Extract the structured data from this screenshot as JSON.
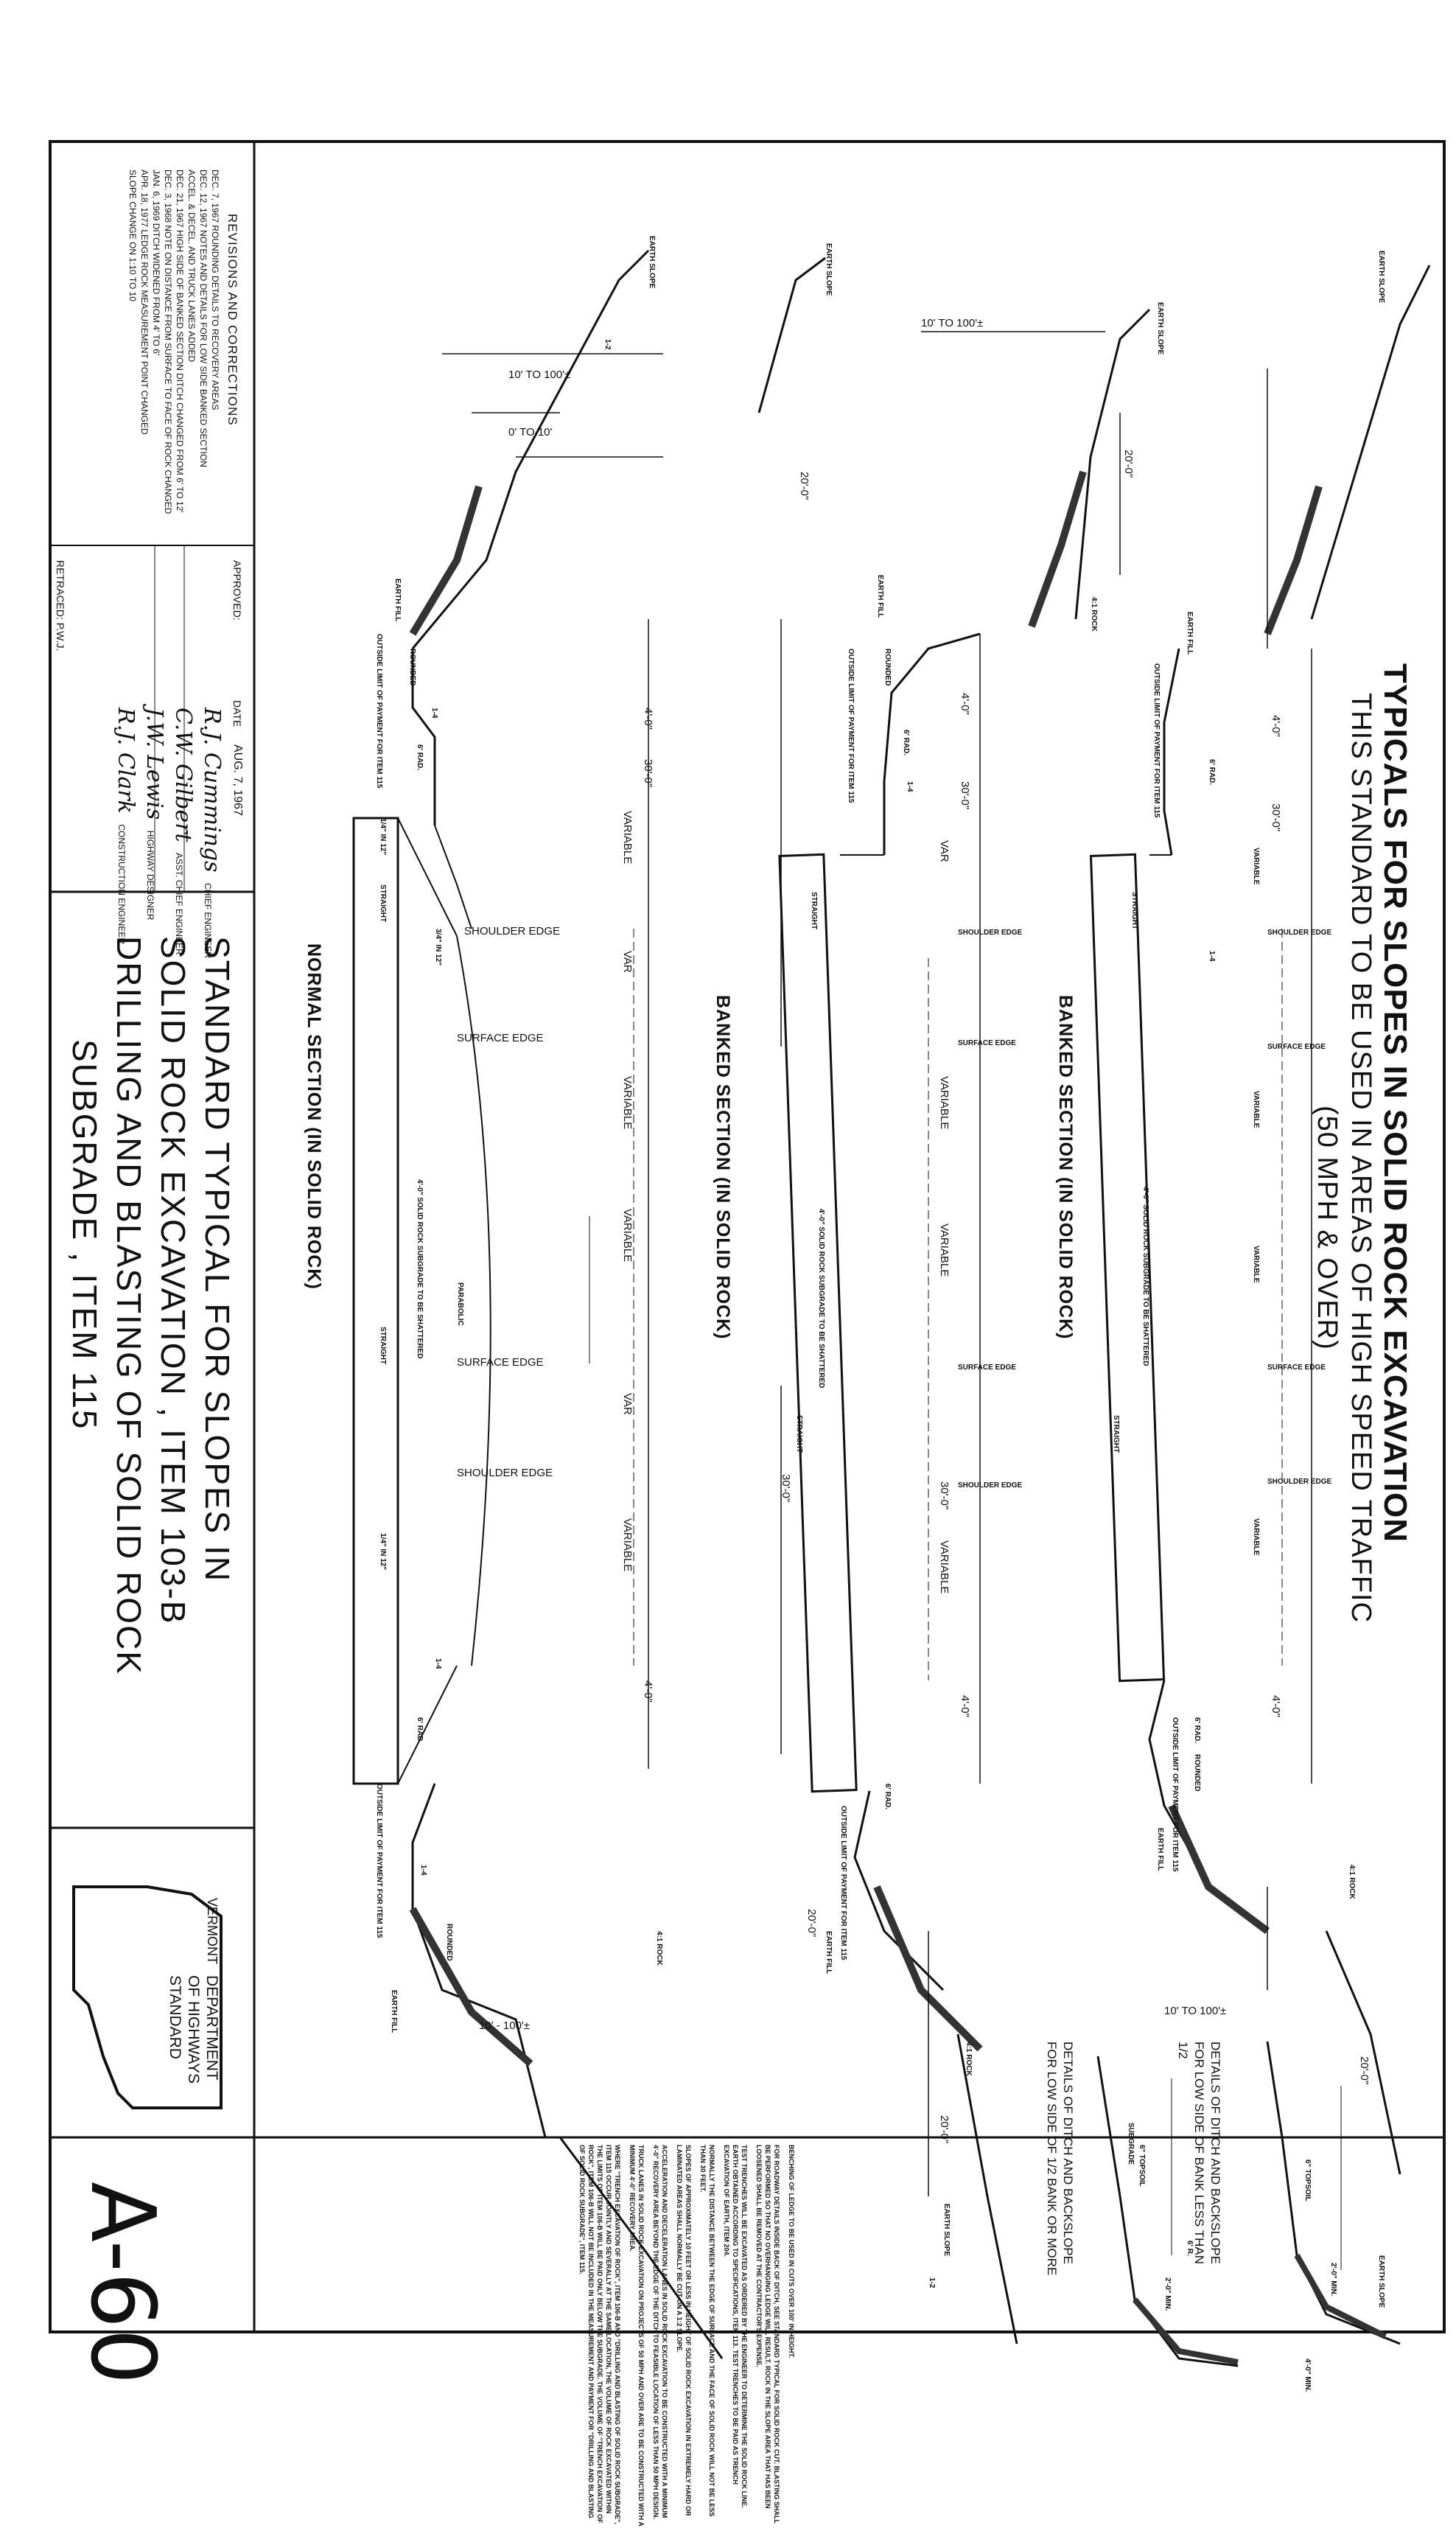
{
  "drawing": {
    "title": "TYPICALS FOR SLOPES IN SOLID ROCK EXCAVATION",
    "subtitle_line1": "THIS STANDARD TO BE USED IN AREAS OF HIGH SPEED TRAFFIC",
    "subtitle_line2": "(50 MPH & OVER)",
    "sections": {
      "normal": "NORMAL SECTION    (IN SOLID ROCK)",
      "banked_1": "BANKED SECTION    (IN SOLID ROCK)",
      "banked_2": "BANKED SECTION    (IN SOLID ROCK)"
    },
    "labels": {
      "shoulder_edge": "SHOULDER EDGE",
      "surface_edge": "SURFACE EDGE",
      "variable": "VARIABLE",
      "var": "VAR",
      "dim_30": "30'-0\"",
      "dim_4": "4'-0\"",
      "dim_20": "20'-0\"",
      "dim_10_100": "10' TO 100'±",
      "dim_10_100_b": "10' - 100'±",
      "dim_0_10": "0' TO 10'",
      "rad_6": "6' RAD.",
      "rounded": "ROUNDED",
      "earth_fill": "EARTH FILL",
      "earth_slope": "EARTH SLOPE",
      "rock_4_1": "4:1 ROCK",
      "slope_1_4": "1-4",
      "slope_1_2": "1-2",
      "outside_limit": "OUTSIDE LIMIT OF PAYMENT FOR ITEM 115",
      "straight": "STRAIGHT",
      "parabolic": "PARABOLIC",
      "subgrade_shatter": "4'-0\" SOLID ROCK SUBGRADE TO BE SHATTERED",
      "quarter_in_12": "1/4\" IN 12\"",
      "three_quarter_in_12": "3/4\" IN 12\""
    },
    "details": {
      "caption_high": "DETAILS OF DITCH AND BACKSLOPE FOR LOW SIDE OF BANK LESS THAN 1/2",
      "caption_low": "DETAILS OF DITCH AND BACKSLOPE FOR LOW SIDE OF 1/2 BANK OR MORE",
      "topsoil": "6\" TOPSOIL",
      "min_2": "2'-0\" MIN.",
      "min_4": "4'-0\" MIN.",
      "rad_6": "6' R.",
      "subgrade": "SUBGRADE"
    },
    "notes": [
      "BENCHING OF LEDGE TO BE USED IN CUTS OVER 100' IN HEIGHT.",
      "FOR ROADWAY DETAILS INSIDE BACK OF DITCH, SEE STANDARD TYPICAL FOR SOLID ROCK CUT. BLASTING SHALL BE PERFORMED SO THAT NO OVERHANGING LEDGE WILL RESULT. ROCK IN THE SLOPE AREA THAT HAS BEEN LOOSENED SHALL BE REMOVED AT THE CONTRACTOR'S EXPENSE.",
      "TEST TRENCHES WILL BE EXCAVATED AS ORDERED BY THE ENGINEER TO DETERMINE THE SOLID ROCK LINE. EARTH OBTAINED ACCORDING TO SPECIFICATIONS, ITEM 113. TEST TRENCHES TO BE PAID AS TRENCH EXCAVATION OF EARTH, ITEM 204.",
      "NORMALLY THE DISTANCE BETWEEN THE EDGE OF SURFACE AND THE FACE OF SOLID ROCK WILL NOT BE LESS THAN 30 FEET.",
      "SLOPES OF APPROXIMATELY 10 FEET OR LESS IN HEIGHT OF SOLID ROCK EXCAVATION IN EXTREMELY HARD OR LAMINATED AREAS SHALL NORMALLY BE CUT ON A 1:2 SLOPE.",
      "ACCELERATION AND DECELERATION LANES IN SOLID ROCK EXCAVATION TO BE CONSTRUCTED WITH A MINIMUM 4'-0\" RECOVERY AREA BEYOND THE EDGE OF THE DITCH TO FEASIBLE LOCATION OF LESS THAN 50 MPH DESIGN.",
      "TRUCK LANES IN SOLID ROCK EXCAVATION ON PROJECTS OF 50 MPH AND OVER ARE TO BE CONSTRUCTED WITH A MINIMUM 4'-0\" RECOVERY AREA.",
      "WHERE \"TRENCH EXCAVATION OF ROCK\", ITEM 106-B AND \"DRILLING AND BLASTING OF SOLID ROCK SUBGRADE\", ITEM 115 OCCUR JOINTLY AND SEVERALLY AT THE SAME LOCATION, THE VOLUME OF ROCK EXCAVATED WITHIN THE LIMITS OF ITEM 106-B WILL BE PAID ONLY BELOW THE SUBGRADE. THE VOLUME OF \"TRENCH EXCAVATION OF ROCK\", ITEM 106-B WILL NOT BE INCLUDED IN THE MEASUREMENT AND PAYMENT FOR \"DRILLING AND BLASTING OF SOLID ROCK SUBGRADE\", ITEM 115."
    ],
    "title_block": {
      "std_line1": "STANDARD   TYPICAL   FOR   SLOPES   IN",
      "std_line2": "SOLID ROCK EXCAVATION , ITEM 103-B",
      "std_line3": "DRILLING AND BLASTING OF SOLID ROCK",
      "std_line4": "SUBGRADE , ITEM 115",
      "dept_line1": "DEPARTMENT",
      "dept_line2": "OF HIGHWAYS",
      "dept_line3": "STANDARD",
      "state": "VERMONT",
      "sheet_no": "A-60",
      "approved_label": "APPROVED:",
      "date_label": "DATE",
      "date_value": "AUG. 7, 1967",
      "retraced": "RETRACED: P.W.J.",
      "revisions_head": "REVISIONS AND CORRECTIONS",
      "revisions": [
        "DEC. 7, 1967   ROUNDING DETAILS TO RECOVERY AREAS",
        "DEC. 12, 1967  NOTES AND DETAILS FOR LOW SIDE BANKED SECTION",
        "              ACCEL. & DECEL. AND TRUCK LANES ADDED",
        "DEC. 21, 1967  HIGH SIDE OF BANKED SECTION DITCH CHANGED FROM 6' TO 12'",
        "DEC. 3, 1968   NOTE ON DISTANCE FROM SURFACE TO FACE OF ROCK CHANGED",
        "JAN. 6, 1969   DITCH WIDENED FROM 4' TO 6'",
        "APR. 18, 1977  LEDGE ROCK MEASUREMENT POINT CHANGED",
        "              SLOPE CHANGE ON 1:10 TO 10"
      ],
      "signatures": [
        "R.J. Cummings",
        "C.W. Gilbert",
        "J.W. Lewis",
        "R.J. Clark"
      ],
      "signature_titles": [
        "CHIEF ENGINEER",
        "ASST. CHIEF ENGINEER",
        "HIGHWAY DESIGNER",
        "CONSTRUCTION ENGINEER"
      ]
    }
  }
}
